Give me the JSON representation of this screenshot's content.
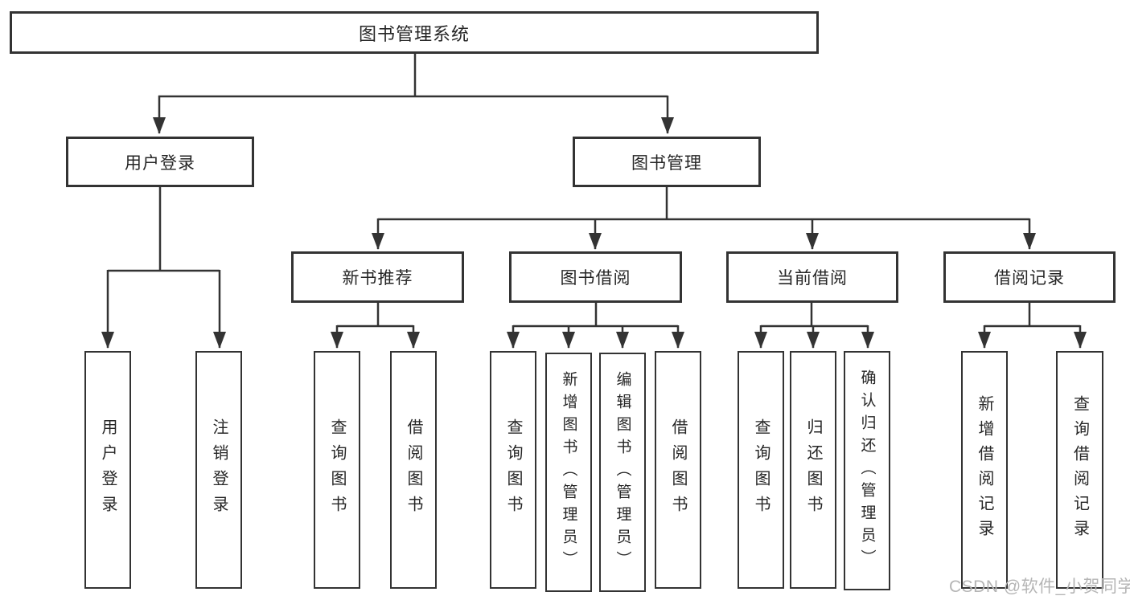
{
  "colors": {
    "line": "#333333",
    "text": "#262626",
    "box_fill": "#ffffff",
    "watermark": "#b5b5b5"
  },
  "watermark": "CSDN @软件_小贺同学",
  "nodes": {
    "root": "图书管理系统",
    "login": "用户登录",
    "mgmt": "图书管理",
    "rec": "新书推荐",
    "borrow": "图书借阅",
    "current": "当前借阅",
    "record": "借阅记录",
    "login_user": "用户登录",
    "login_logout": "注销登录",
    "rec_query": "查询图书",
    "rec_borrow": "借阅图书",
    "borrow_query": "查询图书",
    "borrow_add": "新增图书（管理员）",
    "borrow_edit": "编辑图书（管理员）",
    "borrow_borrow": "借阅图书",
    "current_query": "查询图书",
    "current_return": "归还图书",
    "current_confirm": "确认归还（管理员）",
    "record_add": "新增借阅记录",
    "record_query": "查询借阅记录"
  },
  "hierarchy": {
    "图书管理系统": {
      "用户登录": [
        "用户登录",
        "注销登录"
      ],
      "图书管理": {
        "新书推荐": [
          "查询图书",
          "借阅图书"
        ],
        "图书借阅": [
          "查询图书",
          "新增图书（管理员）",
          "编辑图书（管理员）",
          "借阅图书"
        ],
        "当前借阅": [
          "查询图书",
          "归还图书",
          "确认归还（管理员）"
        ],
        "借阅记录": [
          "新增借阅记录",
          "查询借阅记录"
        ]
      }
    }
  }
}
